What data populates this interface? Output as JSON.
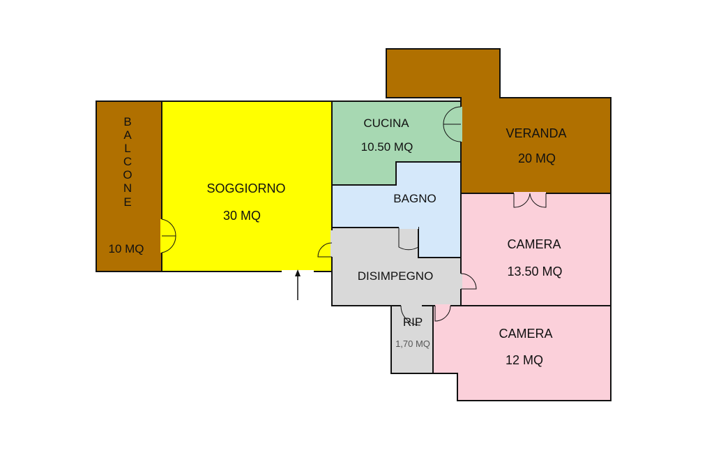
{
  "colors": {
    "balcone": "#b07000",
    "soggiorno": "#ffff00",
    "cucina": "#a7d8b2",
    "bagno": "#d5e8fa",
    "disimpegno": "#d9d9d9",
    "ripostiglio": "#d9d9d9",
    "veranda": "#b07000",
    "camera": "#fbd0da",
    "wall": "#111111"
  },
  "rooms": {
    "balcone": {
      "name": "BALCONE",
      "name_letters": [
        "B",
        "A",
        "L",
        "C",
        "O",
        "N",
        "E"
      ],
      "area": "10 MQ"
    },
    "soggiorno": {
      "name": "SOGGIORNO",
      "area": "30 MQ"
    },
    "cucina": {
      "name": "CUCINA",
      "area": "10.50 MQ"
    },
    "bagno": {
      "name": "BAGNO"
    },
    "disimpegno": {
      "name": "DISIMPEGNO"
    },
    "ripostiglio": {
      "name": "RIP",
      "area": "1,70 MQ"
    },
    "veranda": {
      "name": "VERANDA",
      "area": "20 MQ"
    },
    "camera_1": {
      "name": "CAMERA",
      "area": "13.50 MQ"
    },
    "camera_2": {
      "name": "CAMERA",
      "area": "12 MQ"
    }
  }
}
